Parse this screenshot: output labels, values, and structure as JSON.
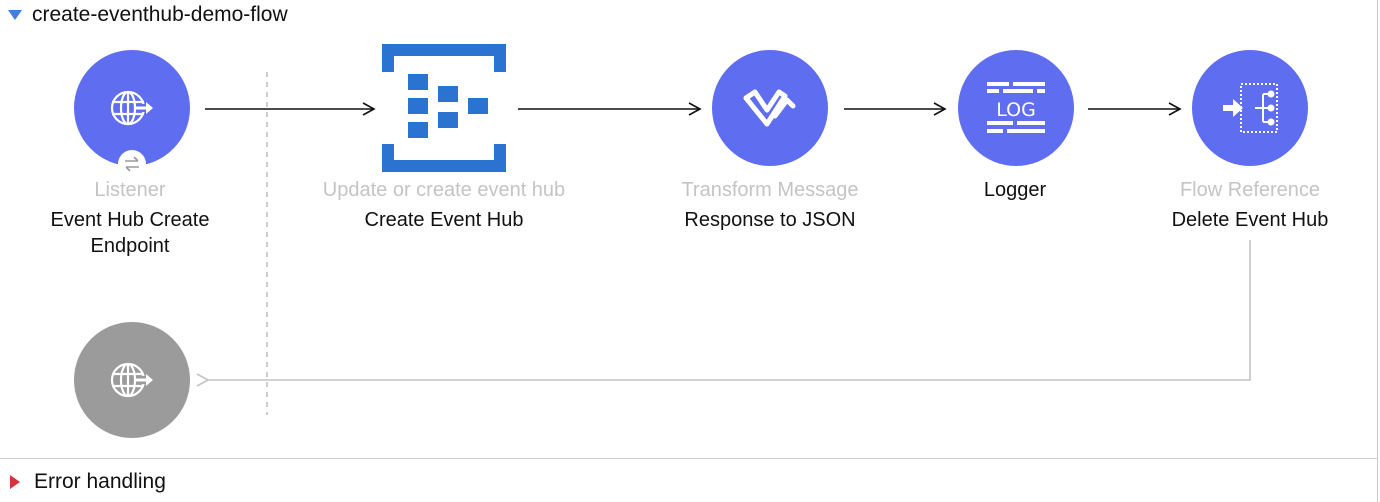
{
  "flow": {
    "title": "create-eventhub-demo-flow",
    "error_handling_label": "Error handling"
  },
  "nodes": [
    {
      "id": "listener",
      "type_label": "Listener",
      "name": "Event Hub Create\nEndpoint",
      "icon": "globe-arrow-icon",
      "color": "#5f6ef0"
    },
    {
      "id": "update-event-hub",
      "type_label": "Update or create event hub",
      "name": "Create Event Hub",
      "icon": "azure-event-hub-icon",
      "color": "#2a73d0"
    },
    {
      "id": "transform",
      "type_label": "Transform Message",
      "name": "Response to JSON",
      "icon": "dataweave-icon",
      "color": "#5f6ef0"
    },
    {
      "id": "logger",
      "type_label": "",
      "name": "Logger",
      "icon": "log-icon",
      "icon_text": "LOG",
      "color": "#5f6ef0"
    },
    {
      "id": "flow-ref",
      "type_label": "Flow Reference",
      "name": "Delete Event Hub",
      "icon": "flow-reference-icon",
      "color": "#5f6ef0"
    }
  ],
  "response_node": {
    "icon": "globe-arrow-icon",
    "color": "#9b9b9b"
  },
  "badge_icon": "swap-arrows-icon"
}
